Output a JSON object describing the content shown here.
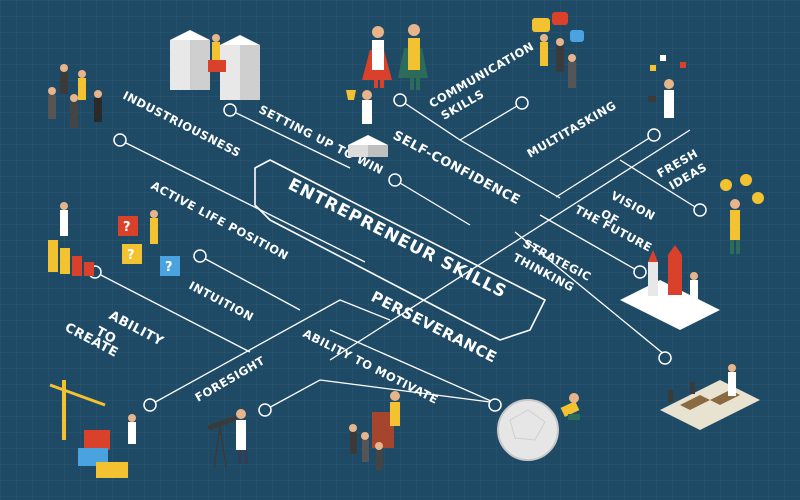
{
  "title": "ENTREPRENEUR SKILLS",
  "skills": {
    "industriousness": "INDUSTRIOUSNESS",
    "setting_up_to_win": "SETTING UP TO WIN",
    "communication_1": "COMMUNICATION",
    "communication_2": "SKILLS",
    "self_confidence": "SELF-CONFIDENCE",
    "multitasking": "MULTITASKING",
    "fresh_ideas_1": "FRESH",
    "fresh_ideas_2": "IDEAS",
    "vision_1": "VISION",
    "vision_2": "OF",
    "vision_3": "THE FUTURE",
    "strategic_1": "STRATEGIC",
    "strategic_2": "THINKING",
    "active_life_position": "ACTIVE LIFE POSITION",
    "intuition": "INTUITION",
    "perseverance": "PERSEVERANCE",
    "ability_to_create_1": "ABILITY",
    "ability_to_create_2": "TO",
    "ability_to_create_3": "CREATE",
    "foresight": "FORESIGHT",
    "ability_to_motivate": "ABILITY TO MOTIVATE"
  },
  "colors": {
    "background": "#1f4a66",
    "grid": "#2b5a78",
    "line": "#ffffff",
    "accent_yellow": "#f2c230",
    "accent_red": "#d9412b",
    "accent_blue": "#4aa3df"
  },
  "illustrations": [
    "standing-people-icon",
    "office-papers-icon",
    "superheroes-icon",
    "trophy-podium-icon",
    "speech-bubbles-people-icon",
    "multitasking-person-icon",
    "lightbulbs-person-icon",
    "bar-chart-person-icon",
    "question-cubes-icon",
    "rocket-castle-icon",
    "chess-board-icon",
    "crane-building-icon",
    "telescope-person-icon",
    "podium-speaker-icon",
    "boulder-push-icon"
  ]
}
